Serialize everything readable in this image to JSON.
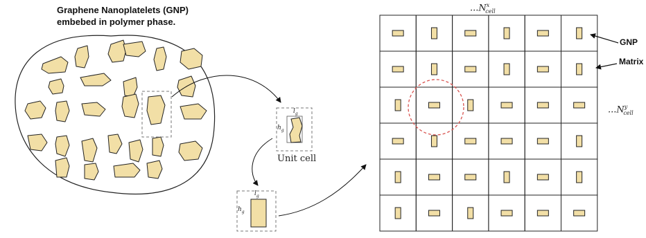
{
  "title": {
    "line1": "Graphene Nanoplatelets (GNP)",
    "line2": "embebed in polymer phase."
  },
  "labels": {
    "unit_cell": "Unit cell",
    "gnp": "GNP",
    "matrix": "Matrix",
    "lg": "l",
    "lg_sub": "g",
    "hg": "h",
    "hg_sub": "g",
    "n_cell_x_prefix": "...N",
    "n_cell_x_sup": "x",
    "n_cell_x_sub": "cell",
    "n_cell_y_prefix": "...N",
    "n_cell_y_sup": "y",
    "n_cell_y_sub": "cell"
  },
  "colors": {
    "gnp_fill": "#f2dfa6",
    "outline": "#222222",
    "dashed_box": "#777777",
    "highlight_circle": "#d9534f"
  },
  "grid": {
    "rows": 6,
    "cols": 6,
    "orientation": [
      [
        "h",
        "v",
        "h",
        "v",
        "h",
        "v"
      ],
      [
        "h",
        "v",
        "h",
        "v",
        "h",
        "v"
      ],
      [
        "v",
        "h",
        "v",
        "h",
        "h",
        "h"
      ],
      [
        "h",
        "v",
        "h",
        "h",
        "h",
        "v"
      ],
      [
        "v",
        "h",
        "h",
        "v",
        "h",
        "v"
      ],
      [
        "v",
        "h",
        "v",
        "h",
        "h",
        "h"
      ]
    ]
  }
}
